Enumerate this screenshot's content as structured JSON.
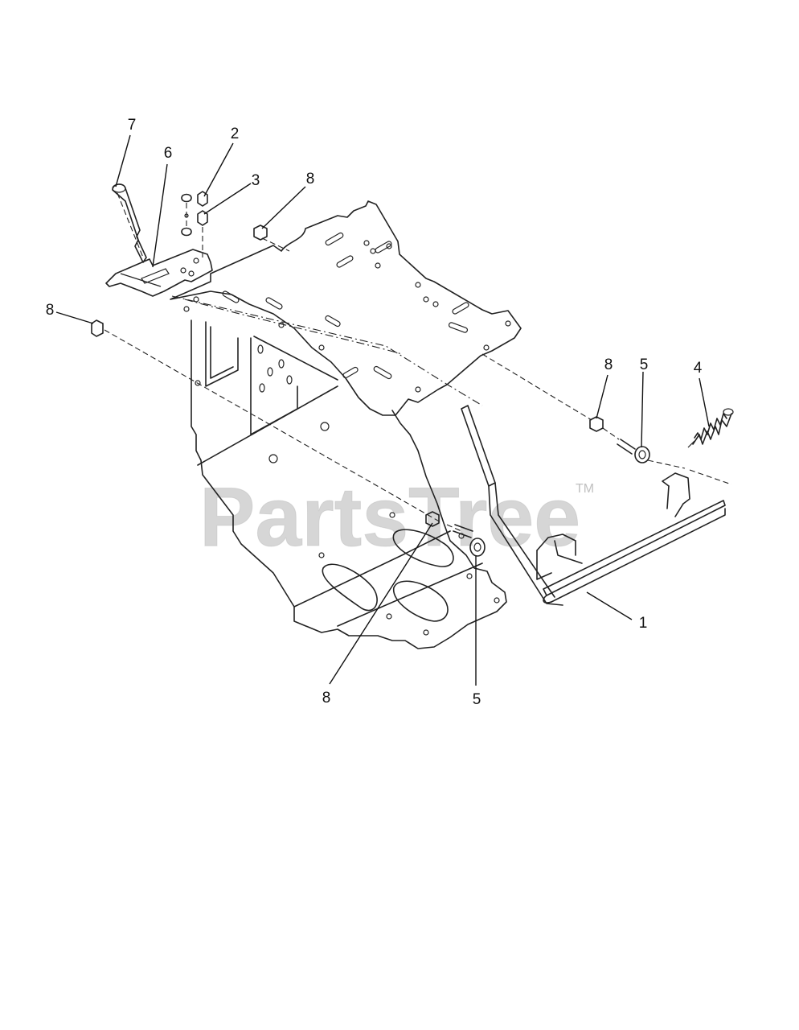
{
  "watermark": {
    "text": "PartsTree",
    "trademark": "TM"
  },
  "callouts": [
    {
      "id": "c7",
      "label": "7"
    },
    {
      "id": "c6",
      "label": "6"
    },
    {
      "id": "c2",
      "label": "2"
    },
    {
      "id": "c3",
      "label": "3"
    },
    {
      "id": "c8a",
      "label": "8"
    },
    {
      "id": "c8b",
      "label": "8"
    },
    {
      "id": "c8c",
      "label": "8"
    },
    {
      "id": "c5a",
      "label": "5"
    },
    {
      "id": "c4",
      "label": "4"
    },
    {
      "id": "c1",
      "label": "1"
    },
    {
      "id": "c8d",
      "label": "8"
    },
    {
      "id": "c5b",
      "label": "5"
    }
  ]
}
